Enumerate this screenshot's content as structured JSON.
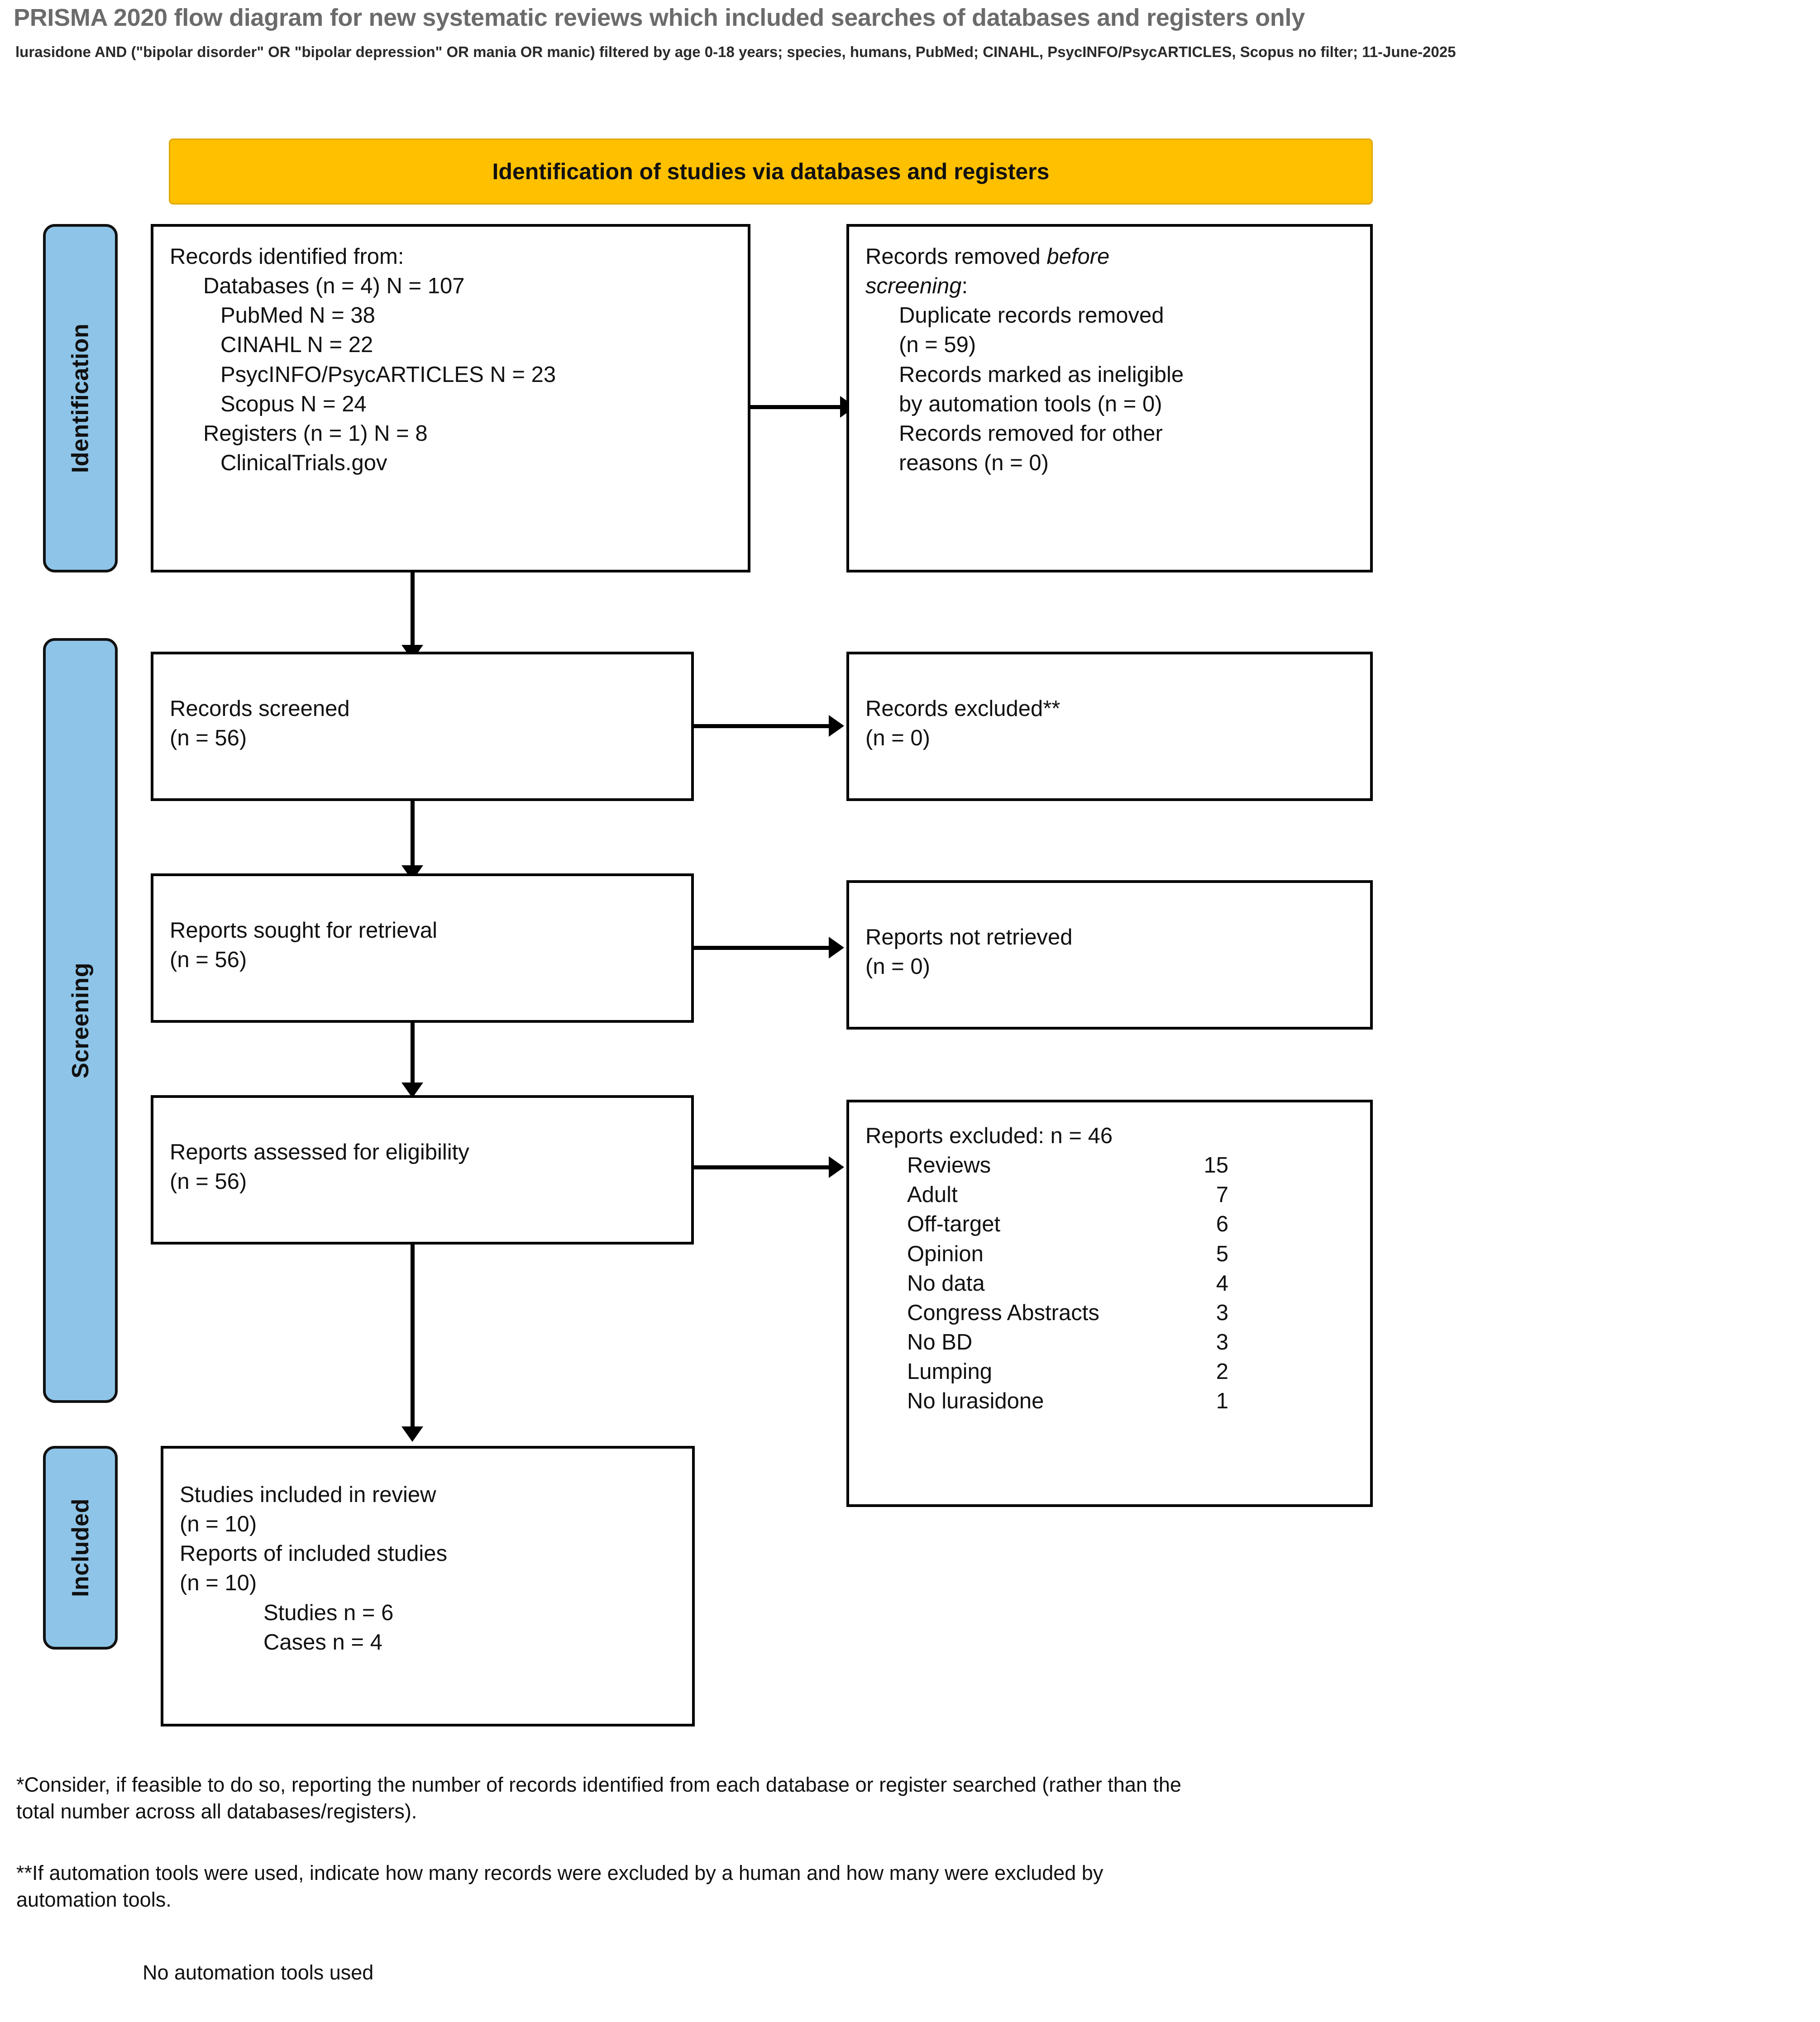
{
  "header": {
    "title": "PRISMA 2020 flow diagram for new systematic reviews which included searches of databases and registers only",
    "subtitle": "lurasidone AND (\"bipolar disorder\" OR \"bipolar depression\" OR mania OR manic) filtered by age 0-18 years; species, humans, PubMed; CINAHL, PsycINFO/PsycARTICLES, Scopus no filter; 11-June-2025"
  },
  "colors": {
    "banner": "#FFC000",
    "side_label": "#8EC4E8",
    "box_border": "#000000",
    "title_text": "#6B6B6B"
  },
  "banner": {
    "identification_label": "Identification of studies via databases and registers"
  },
  "side_labels": {
    "identification": "Identification",
    "screening": "Screening",
    "included": "Included"
  },
  "boxes": {
    "records_identified": {
      "heading": "Records identified from:",
      "databases_line": "Databases (n = 4) N = 107",
      "pubmed": "PubMed N = 38",
      "cinahl": "CINAHL N = 22",
      "psycinfo": "PsycINFO/PsycARTICLES N = 23",
      "scopus": "Scopus N = 24",
      "registers_line": "Registers (n = 1) N = 8",
      "clinicaltrials": "ClinicalTrials.gov"
    },
    "records_removed": {
      "heading_before": "Records removed ",
      "heading_italic": "before",
      "heading_italic2": "screening",
      "heading_colon": ":",
      "duplicate_l1": "Duplicate records removed",
      "duplicate_l2": "(n = 59)",
      "ineligible_l1": "Records marked as ineligible",
      "ineligible_l2": "by automation tools (n = 0)",
      "other_l1": "Records removed for other",
      "other_l2": "reasons (n = 0)"
    },
    "records_screened": {
      "label": "Records screened",
      "count": "(n = 56)"
    },
    "records_excluded": {
      "label": "Records excluded**",
      "count": "(n = 0)"
    },
    "reports_sought": {
      "label": "Reports sought for retrieval",
      "count": "(n = 56)"
    },
    "reports_not_retrieved": {
      "label": "Reports not retrieved",
      "count": "(n = 0)"
    },
    "reports_assessed": {
      "label": "Reports assessed for eligibility",
      "count": "(n = 56)"
    },
    "reports_excluded": {
      "heading": "Reports excluded: n = 46",
      "reasons": [
        {
          "name": "Reviews",
          "count": "15"
        },
        {
          "name": "Adult",
          "count": "7"
        },
        {
          "name": "Off-target",
          "count": "6"
        },
        {
          "name": "Opinion",
          "count": "5"
        },
        {
          "name": "No data",
          "count": "4"
        },
        {
          "name": "Congress Abstracts",
          "count": "3"
        },
        {
          "name": "No BD",
          "count": "3"
        },
        {
          "name": "Lumping",
          "count": "2"
        },
        {
          "name": "No lurasidone",
          "count": "1"
        }
      ]
    },
    "included": {
      "studies_label": "Studies included in review",
      "studies_count": "(n = 10)",
      "reports_label": "Reports of included studies",
      "reports_count": "(n = 10)",
      "studies_n": "Studies n = 6",
      "cases_n": "Cases n = 4"
    }
  },
  "footnotes": {
    "one_l1": "*Consider, if feasible to do so, reporting the number of records identified from each database or register searched (rather than the",
    "one_l2": "total number across all databases/registers).",
    "two_l1": "**If automation tools were used, indicate how many records were excluded by a human and how many were excluded by",
    "two_l2": "automation tools.",
    "note": "No automation tools used"
  }
}
